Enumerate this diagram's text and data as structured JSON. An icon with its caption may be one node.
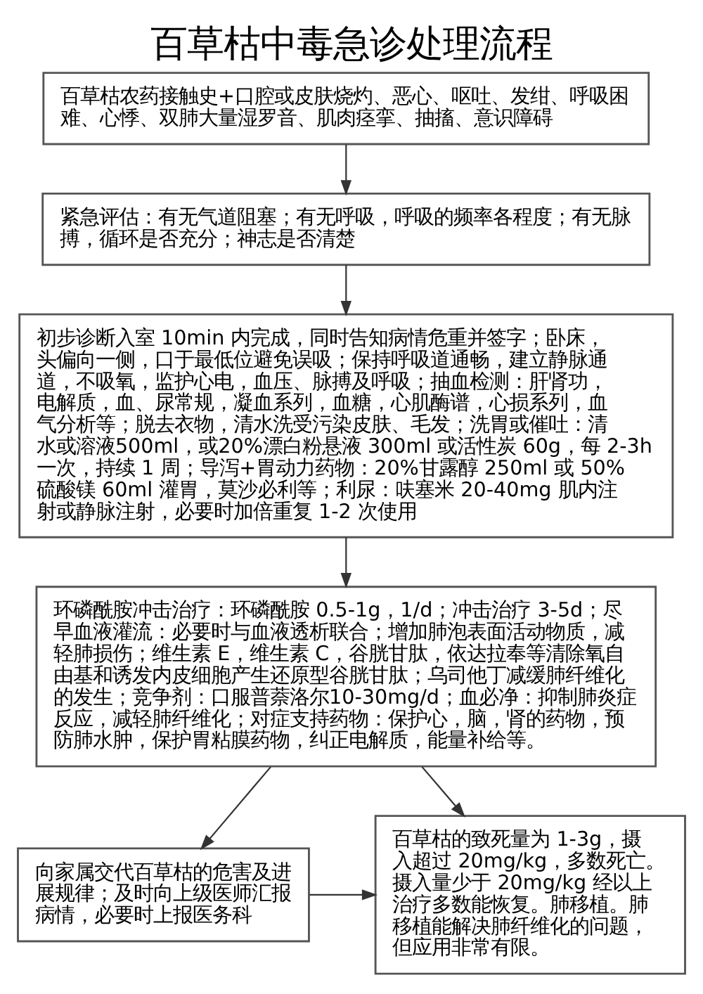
{
  "diagram": {
    "title": "百草枯中毒急诊处理流程",
    "nodes": [
      {
        "text": [
          "百草枯农药接触史+口腔或皮肤烧灼、恶心、呕吐、发绀、呼吸困难、心悸、双肺大量湿罗音、肌肉痉挛、抽搐、意识障碍"
        ]
      },
      {
        "text": [
          "紧急评估：有无气道阻塞；有无呼吸，呼吸的频率各程度；有无脉搏，循环是否充分；神志是否清楚"
        ]
      },
      {
        "text": [
          "初步诊断入室 10min 内完成，同时告知病情危重并签字；卧床，头偏向一侧，口于最低位避免误吸；保持呼吸道通畅，建立静脉通道，不吸氧，监护心电，血压、脉搏及呼吸；抽血检测：肝肾功，电解质，血、尿常规，凝血系列，血糖，心肌酶谱，心损系列，血气分析等；脱去衣物，清水洗受污染皮肤、毛发；洗胃或催吐：清水或溶液500ml，或20%漂白粉悬液 300ml 或活性炭 60g，每 2-3h 一次，持续 1 周；导泻+胃动力药物：20%甘露醇 250ml 或 50%硫酸镁 60ml 灌胃，莫沙必利等；利尿：呋塞米 20-40mg 肌内注射或静脉注射，必要时加倍重复 1-2 次使用"
        ]
      },
      {
        "text": [
          "环磷酰胺冲击治疗：环磷酰胺 0.5-1g，1/d；冲击治疗 3-5d；尽早血液灌流：必要时与血液透析联合；增加肺泡表面活动物质，减轻肺损伤；维生素 E，维生素 C，谷胱甘肽，依达拉奉等清除氧自由基和诱发内皮细胞产生还原型谷胱甘肽；乌司他丁减缓肺纤维化的发生；竞争剂：口服普萘洛尔10-30mg/d；血必净：抑制肺炎症反应，减轻肺纤维化；对症支持药物：保护心，脑，肾的药物，预防肺水肿，保护胃粘膜药物，纠正电解质，能量补给等。"
        ]
      },
      {
        "text": [
          "向家属交代百草枯的危害及进展规律；及时向上级医师汇报病情，必要时上报医务科"
        ]
      },
      {
        "text": [
          "百草枯的致死量为 1-3g，摄入超过 20mg/kg，多数死亡。摄入量少于 20mg/kg 经以上治疗多数能恢复。肺移植。肺移植能解决肺纤维化的问题，但应用非常有限。"
        ]
      }
    ],
    "edges": [
      {
        "from": 0,
        "to": 1,
        "arrow": "to"
      },
      {
        "from": 1,
        "to": 2,
        "arrow": "to"
      },
      {
        "from": 2,
        "to": 3,
        "arrow": "to"
      },
      {
        "from": 3,
        "to": 4,
        "arrow": "to"
      },
      {
        "from": 3,
        "to": 5,
        "arrow": "to"
      },
      {
        "from": 4,
        "to": 5,
        "arrow": "to"
      }
    ]
  }
}
